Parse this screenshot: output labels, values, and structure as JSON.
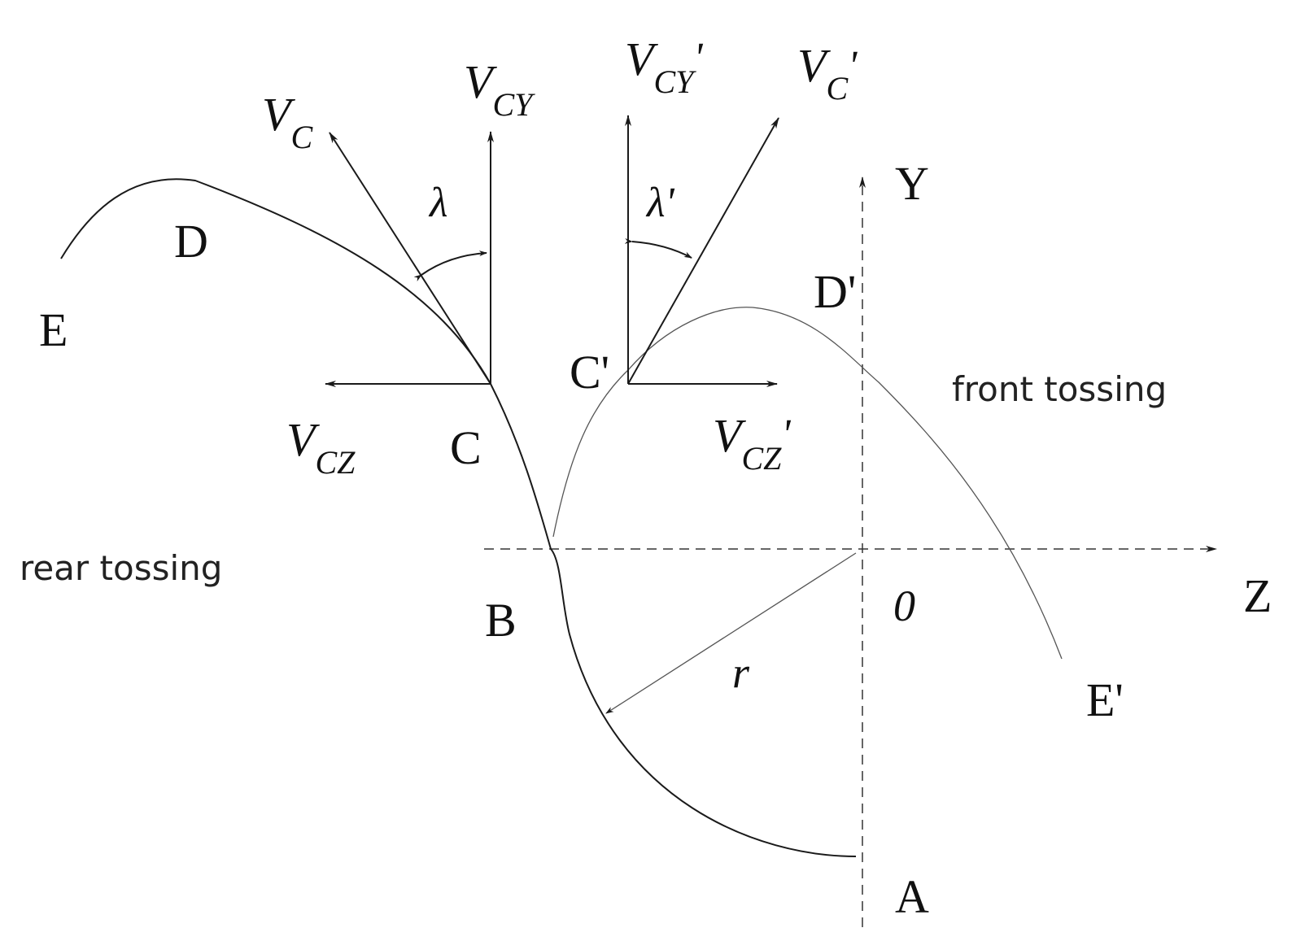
{
  "labels": {
    "E": "E",
    "D": "D",
    "C": "C",
    "B": "B",
    "A": "A",
    "O": "0",
    "Y": "Y",
    "Z": "Z",
    "D_prime": "D'",
    "C_prime": "C'",
    "E_prime": "E'",
    "r": "r",
    "lambda": "λ",
    "lambda_prime": "λ'",
    "V": "V",
    "sub_C": "C",
    "sub_CY": "CY",
    "sub_CZ": "CZ",
    "prime": "'"
  },
  "captions": {
    "rear": "rear tossing",
    "front": "front tossing"
  }
}
